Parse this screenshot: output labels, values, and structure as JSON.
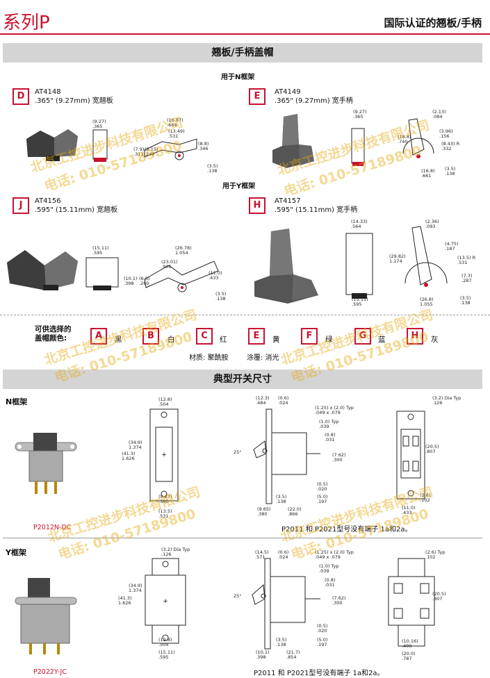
{
  "header": {
    "series": "系列P",
    "title": "国际认证的翘板/手柄"
  },
  "section_caps": {
    "title": "翘板/手柄盖帽",
    "n_frame": "用于N框架",
    "y_frame": "用于Y框架",
    "items": [
      {
        "code": "D",
        "part": "AT4148",
        "desc": ".365\" (9.27mm) 宽翘板",
        "dims": [
          "(9.27)\n.365",
          "(16.87)\n.664",
          "(13.49)\n.531",
          "(8.8)\n.346",
          "(7.9)\n.311",
          "(6.15)\n.242",
          "(3.5)\n.138"
        ]
      },
      {
        "code": "E",
        "part": "AT4149",
        "desc": ".365\" (9.27mm) 宽手柄",
        "dims": [
          "(9.27)\n.365",
          "(2.13)\n.084",
          "(18.8)\n.740",
          "(3.96)\n.156",
          "(8.43) R\n.332",
          "(16.8)\n.661",
          "(3.5)\n.138"
        ]
      },
      {
        "code": "J",
        "part": "AT4156",
        "desc": ".595\" (15.11mm) 宽翘板",
        "dims": [
          "(15.11)\n.595",
          "(26.78)\n1.054",
          "(23.01)\n.906",
          "(11.0)\n.433",
          "(10.1)\n.398",
          "(6.6)\n.260",
          "(3.5)\n.138"
        ]
      },
      {
        "code": "H",
        "part": "AT4157",
        "desc": ".595\" (15.11mm) 宽手柄",
        "dims": [
          "(14.33)\n.564",
          "(2.36)\n.093",
          "(29.82)\n1.174",
          "(4.75)\n.187",
          "(13.5) R\n.531",
          "(7.3)\n.287",
          "(26.8)\n1.055",
          "(15.11)\n.595",
          "(3.5)\n.138"
        ]
      }
    ]
  },
  "colors": {
    "label_line1": "可供选择的",
    "label_line2": "盖帽颜色:",
    "options": [
      {
        "code": "A",
        "name": "黑"
      },
      {
        "code": "B",
        "name": "白"
      },
      {
        "code": "C",
        "name": "红"
      },
      {
        "code": "E",
        "name": "黄"
      },
      {
        "code": "F",
        "name": "绿"
      },
      {
        "code": "G",
        "name": "蓝"
      },
      {
        "code": "H",
        "name": "灰"
      }
    ],
    "material_label": "材质:",
    "material": "聚酰胺",
    "finish_label": "涂覆:",
    "finish": "消光"
  },
  "section_switch": {
    "title": "典型开关尺寸",
    "n_label": "N框架",
    "n_model": "P2012N-DC",
    "n_note": "P2011 和 P2021型号没有端子 1a和2a。",
    "y_label": "Y框架",
    "y_model": "P2022Y-JC",
    "y_note": "P2011 和 P2021型号没有端子 1a和2a。",
    "n_dims": [
      "(12.8)\n.504",
      "(34.9)\n1.374",
      "(41.3)\n1.626",
      "(9.27)\n.365",
      "(13.5)\n.531",
      "(12.3)\n.484",
      "(0.6)\n.024",
      "(1.25) x (2.0) Typ\n.049 x .079",
      "(1.0) Typ\n.039",
      "(0.8)\n.031",
      "(7.62)\n.300",
      "25°",
      "(0.5)\n.020",
      "(5.0)\n.197",
      "(3.5)\n.138",
      "(9.65)\n.380",
      "(22.0)\n.866",
      "(3.2) Dia Typ\n.126",
      "(20.5)\n.807",
      "(2.6)\n.102",
      "(11.0)\n.433"
    ],
    "y_dims": [
      "(3.2) Dia Typ\n.126",
      "(34.9)\n1.374",
      "(41.3)\n1.626",
      "(12.8)\n.504",
      "(15.11)\n.595",
      "(14.5)\n.571",
      "(0.6)\n.024",
      "(1.25) x (2.0) Typ\n.049 x .079",
      "(1.0) Typ\n.039",
      "(0.8)\n.031",
      "(7.62)\n.300",
      "25°",
      "(0.5)\n.020",
      "(5.0)\n.197",
      "(3.5)\n.138",
      "(10.1)\n.398",
      "(21.7)\n.854",
      "(2.6) Typ\n.102",
      "(20.5)\n.807",
      "(10.16)\n.400",
      "(20.0)\n.787"
    ]
  },
  "watermark": {
    "line1": "北京工控进步科技有限公司",
    "line2": "电话: 010-57189800"
  }
}
